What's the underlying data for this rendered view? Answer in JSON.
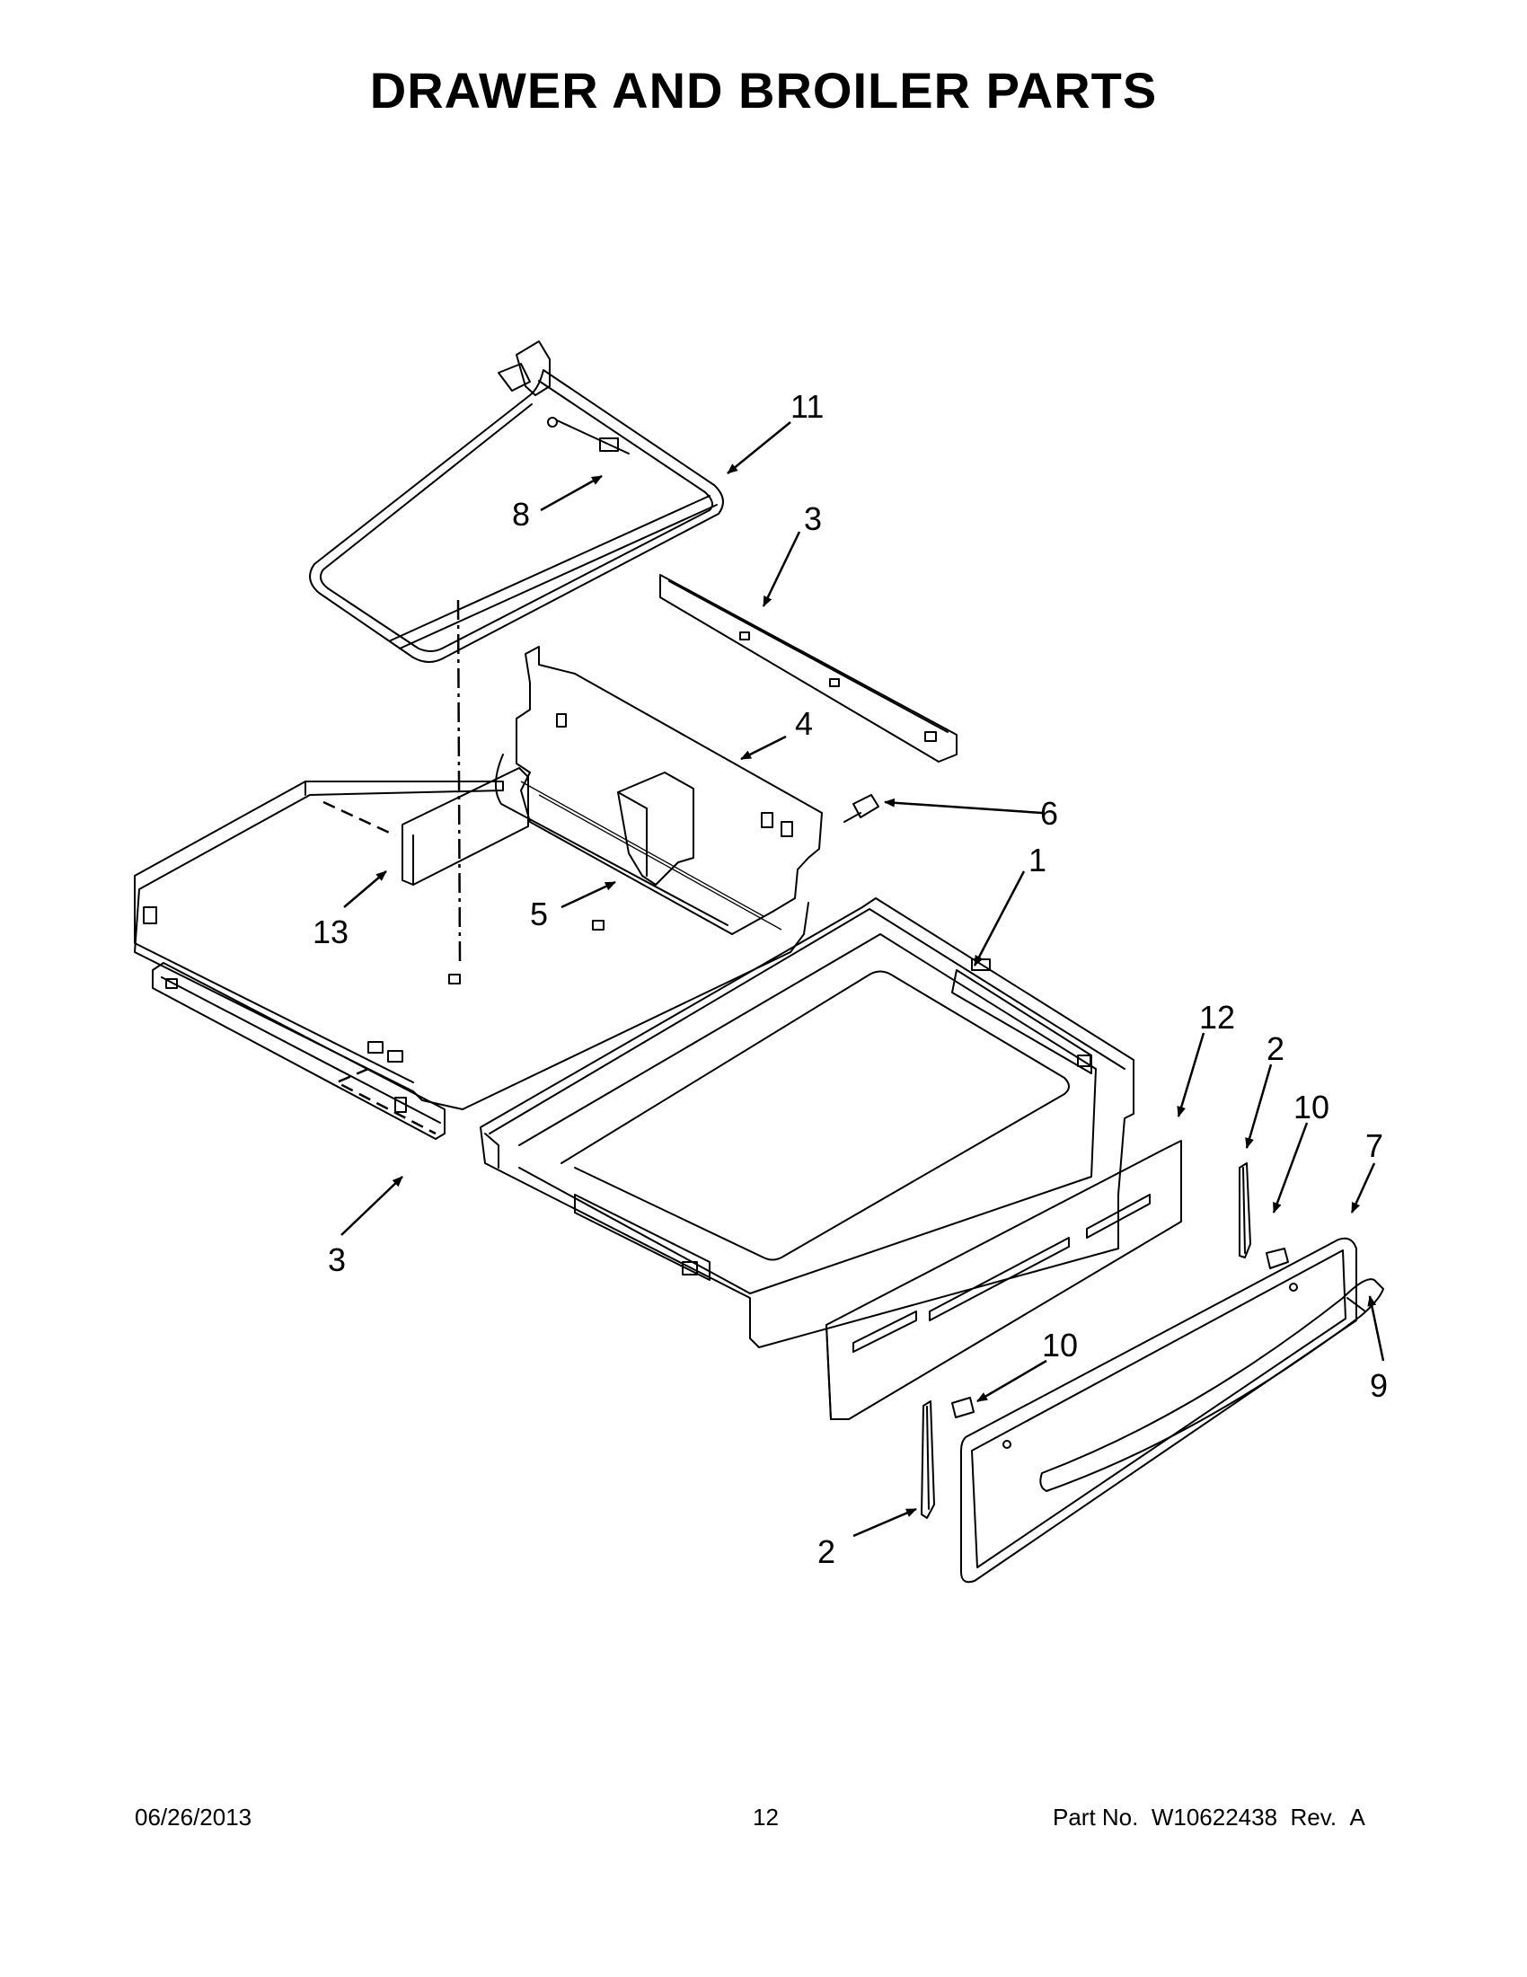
{
  "title": "DRAWER AND BROILER PARTS",
  "callouts": {
    "c1": "1",
    "c2a": "2",
    "c2b": "2",
    "c3a": "3",
    "c3b": "3",
    "c4": "4",
    "c5": "5",
    "c6": "6",
    "c7": "7",
    "c8": "8",
    "c9": "9",
    "c10a": "10",
    "c10b": "10",
    "c11": "11",
    "c12": "12",
    "c13": "13"
  },
  "footer": {
    "date": "06/26/2013",
    "page": "12",
    "part_label": "Part No.",
    "part_number": "W10622438",
    "rev_label": "Rev.",
    "rev": "A"
  }
}
